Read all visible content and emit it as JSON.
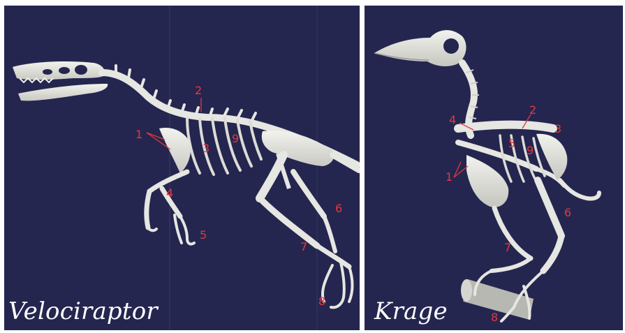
{
  "colors": {
    "background": "#25264f",
    "bone": "#e6e6e2",
    "bone_shadow": "#bcbcb6",
    "label_red": "#e5373e",
    "caption": "#ffffff",
    "border": "#ffffff"
  },
  "left_panel": {
    "caption": "Velociraptor",
    "labels": {
      "l1": "1",
      "l2": "2",
      "l3": "3",
      "l4": "4",
      "l5": "5",
      "l6": "6",
      "l7": "7",
      "l8": "8",
      "l9": "9"
    }
  },
  "right_panel": {
    "caption": "Krage",
    "labels": {
      "l1": "1",
      "l2": "2",
      "l3": "3",
      "l4": "4",
      "l5": "5",
      "l6": "6",
      "l7": "7",
      "l8": "8",
      "l9": "9"
    }
  }
}
